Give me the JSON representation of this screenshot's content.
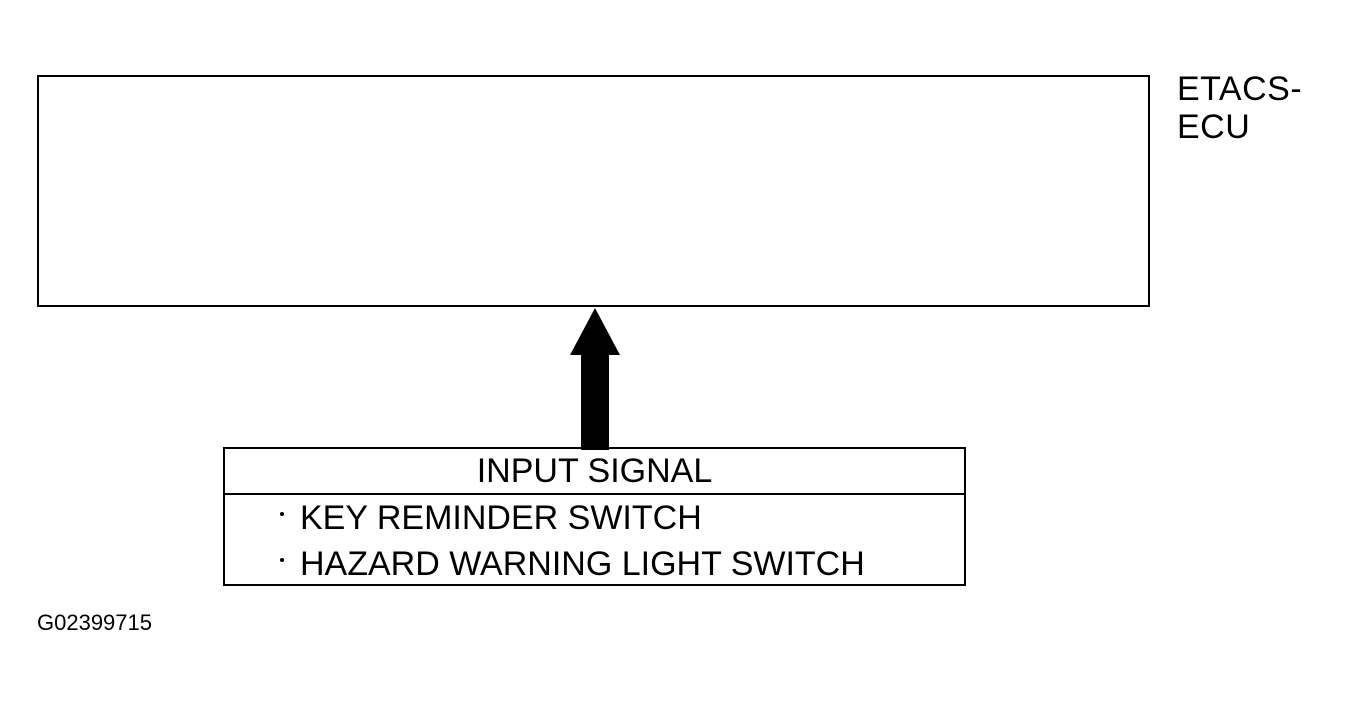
{
  "ecu": {
    "label_line1": "ETACS-",
    "label_line2": "ECU"
  },
  "input_signal": {
    "header": "INPUT SIGNAL",
    "items": [
      {
        "label": "KEY REMINDER SWITCH"
      },
      {
        "label": "HAZARD WARNING LIGHT SWITCH"
      }
    ]
  },
  "figure_id": "G02399715",
  "colors": {
    "line": "#000000",
    "background": "#ffffff"
  }
}
